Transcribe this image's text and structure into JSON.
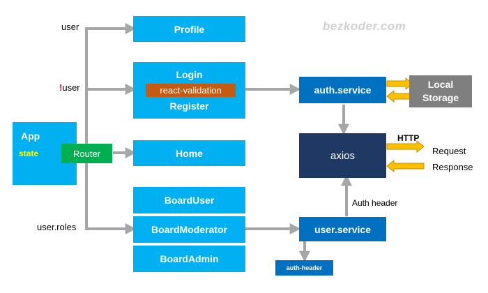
{
  "watermark": "bezkoder.com",
  "components": {
    "profile": "Profile",
    "login": "Login",
    "react_validation": "react-validation",
    "register": "Register",
    "home": "Home",
    "board_user": "BoardUser",
    "board_moderator": "BoardModerator",
    "board_admin": "BoardAdmin",
    "app": "App",
    "state": "state",
    "router": "Router"
  },
  "services": {
    "auth_service": "auth.service",
    "user_service": "user.service",
    "axios": "axios",
    "local_storage_line1": "Local",
    "local_storage_line2": "Storage",
    "auth_header": "auth-header"
  },
  "labels": {
    "user": "user",
    "not_user_mark": "!",
    "not_user_text": "user",
    "user_roles": "user.roles",
    "http": "HTTP",
    "request": "Request",
    "response": "Response",
    "auth_header_label": "Auth header"
  },
  "colors": {
    "component": "#00b0f0",
    "service": "#0070c0",
    "axios": "#1f3864",
    "storage": "#7f7f7f",
    "router": "#00b050",
    "validation": "#c55a11",
    "arrow": "#a6a6a6",
    "state": "#ffff00",
    "http_arrow": "#ffc000"
  }
}
